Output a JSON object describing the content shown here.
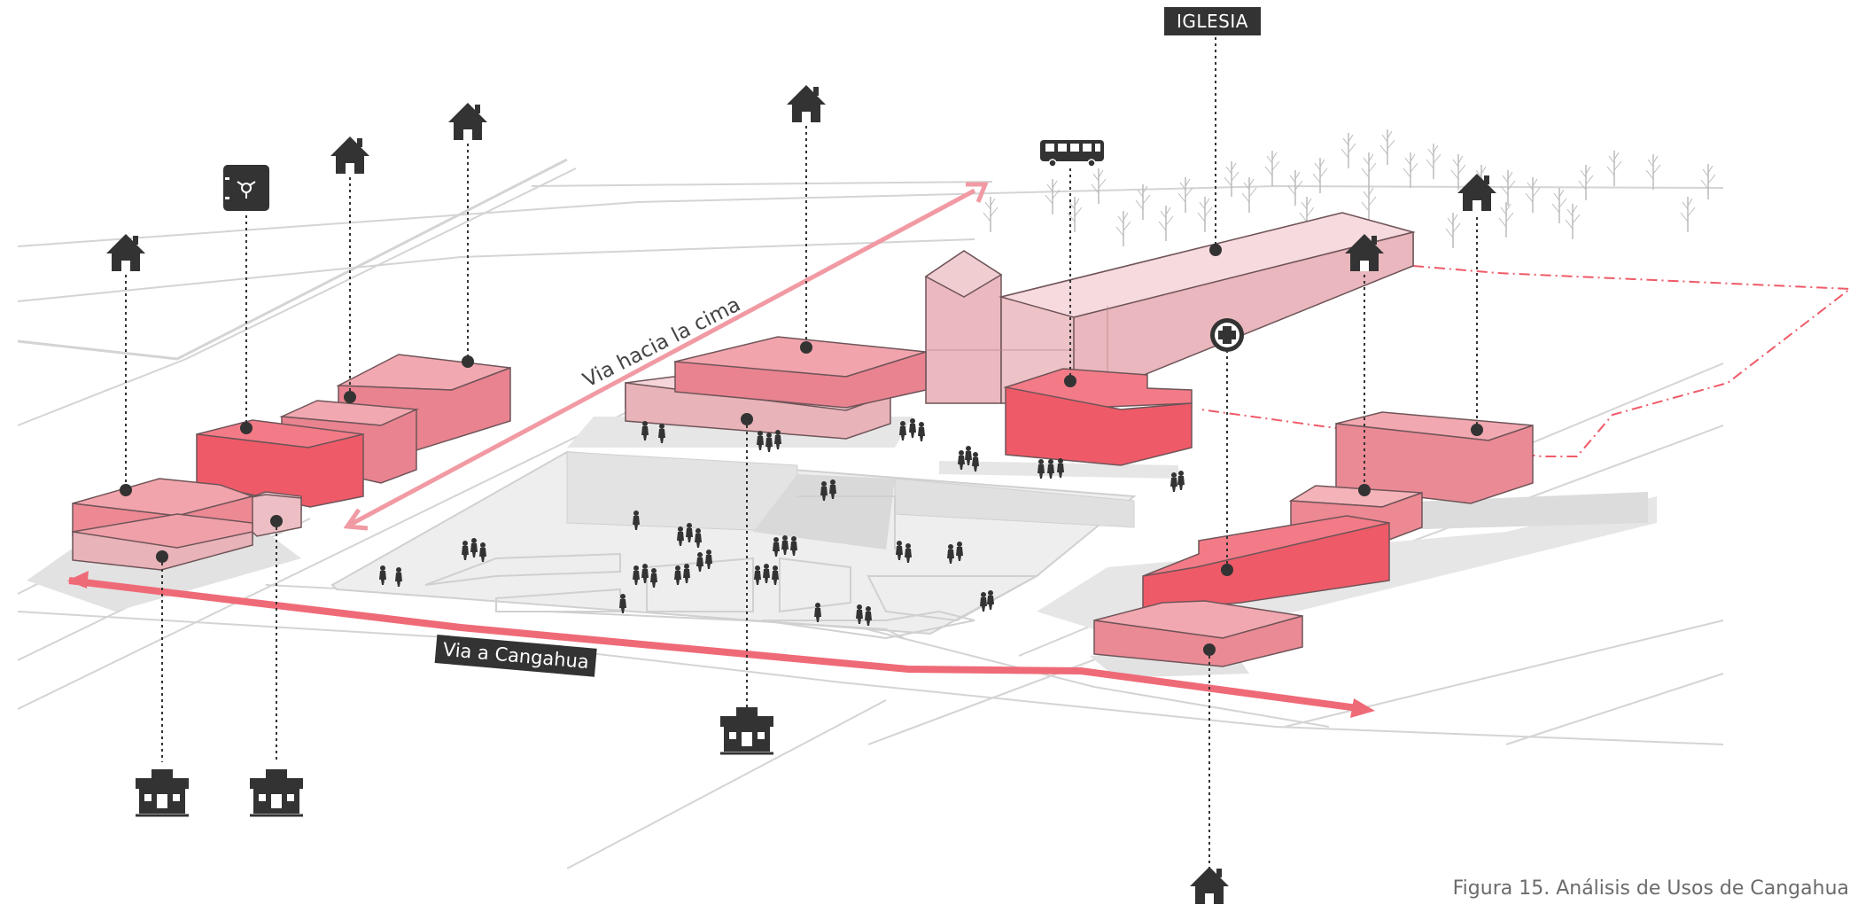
{
  "labels": {
    "iglesia": "IGLESIA",
    "via_cima": "Via hacia la cima",
    "via_cangahua": "Via a Cangahua",
    "caption": "Figura 15. Análisis de Usos de Cangahua"
  },
  "colors": {
    "strong_red": "#ef5a68",
    "medium_red": "#ec7f8a",
    "light_red": "#f3a3ab",
    "pale_pink": "#f4c9cd",
    "road_arrow": "#ef6a77",
    "icon_dark": "#333333",
    "ground_gray": "#e2e2e2",
    "line_gray": "#c8c8c8"
  },
  "icons": {
    "house": "house-icon",
    "shop": "shop-icon",
    "bus": "bus-icon",
    "health": "health-cross-icon",
    "service": "service-box-icon"
  }
}
